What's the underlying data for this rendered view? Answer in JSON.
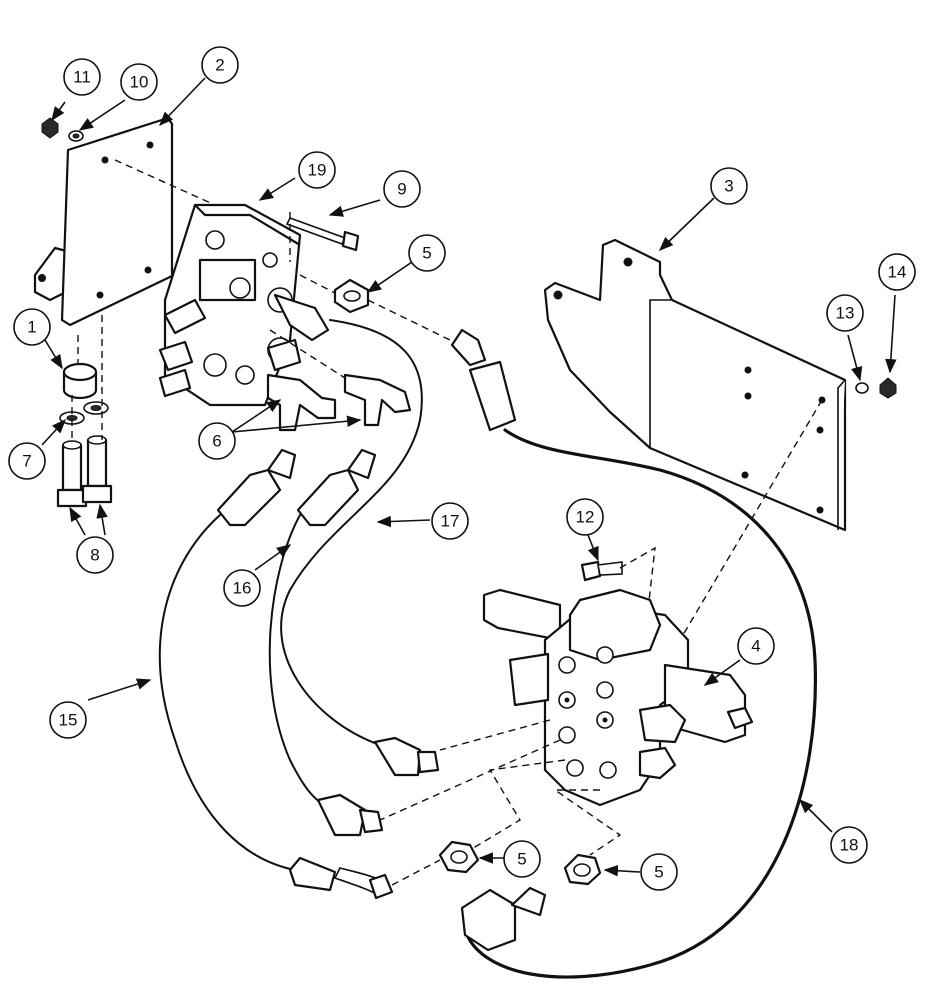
{
  "callouts": [
    {
      "id": "1",
      "text": "1"
    },
    {
      "id": "2",
      "text": "2"
    },
    {
      "id": "3",
      "text": "3"
    },
    {
      "id": "4",
      "text": "4"
    },
    {
      "id": "5a",
      "text": "5"
    },
    {
      "id": "5b",
      "text": "5"
    },
    {
      "id": "5c",
      "text": "5"
    },
    {
      "id": "6",
      "text": "6"
    },
    {
      "id": "7",
      "text": "7"
    },
    {
      "id": "8",
      "text": "8"
    },
    {
      "id": "9",
      "text": "9"
    },
    {
      "id": "10",
      "text": "10"
    },
    {
      "id": "11",
      "text": "11"
    },
    {
      "id": "12",
      "text": "12"
    },
    {
      "id": "13",
      "text": "13"
    },
    {
      "id": "14",
      "text": "14"
    },
    {
      "id": "15",
      "text": "15"
    },
    {
      "id": "16",
      "text": "16"
    },
    {
      "id": "17",
      "text": "17"
    },
    {
      "id": "18",
      "text": "18"
    },
    {
      "id": "19",
      "text": "19"
    }
  ]
}
